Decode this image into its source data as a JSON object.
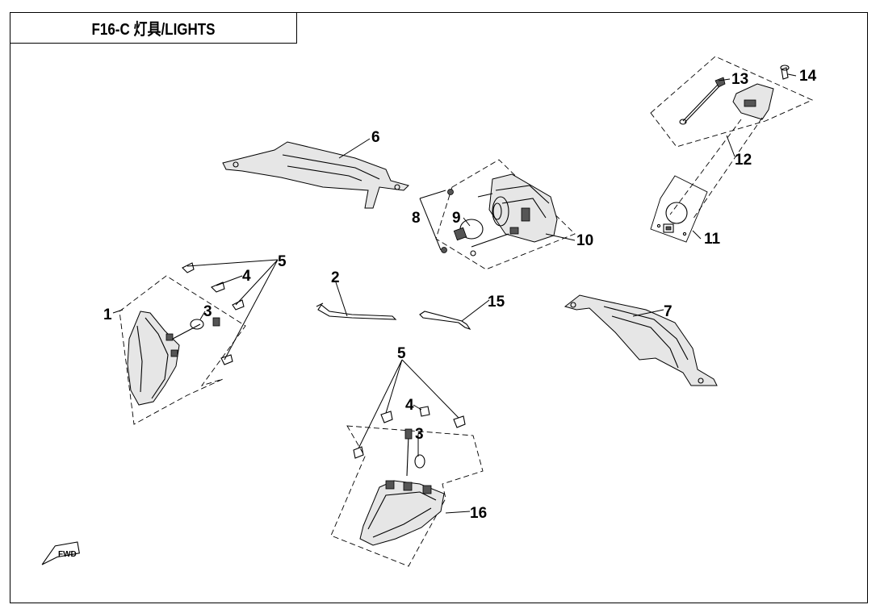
{
  "title": "F16-C  灯具/LIGHTS",
  "fwd_label": "FWD",
  "callouts": [
    "1",
    "2",
    "3",
    "3",
    "4",
    "4",
    "5",
    "5",
    "6",
    "7",
    "8",
    "9",
    "10",
    "11",
    "12",
    "13",
    "14",
    "15",
    "16"
  ]
}
